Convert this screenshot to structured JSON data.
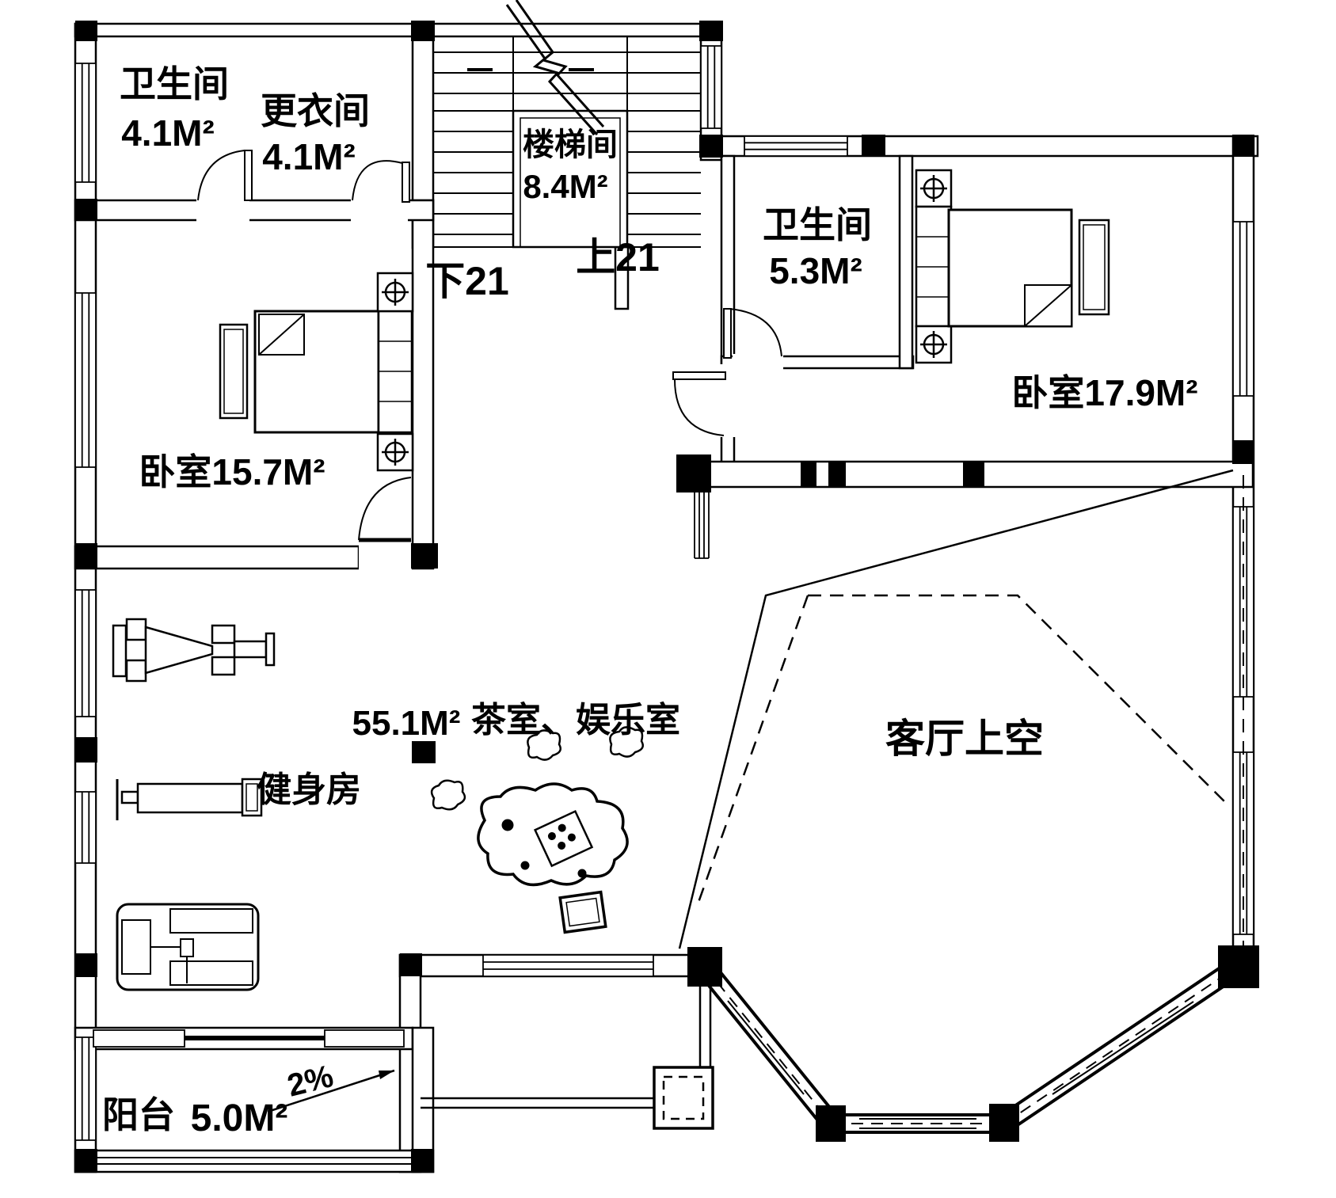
{
  "rooms": {
    "bathroom_top_left": {
      "name": "卫生间",
      "area": "4.1M²"
    },
    "dressing_room": {
      "name": "更衣间",
      "area": "4.1M²"
    },
    "stairwell": {
      "name": "楼梯间",
      "area": "8.4M²",
      "down_label": "下21",
      "up_label": "上21"
    },
    "bathroom_right": {
      "name": "卫生间",
      "area": "5.3M²"
    },
    "bedroom_right": {
      "label": "卧室17.9M²"
    },
    "bedroom_left": {
      "label": "卧室15.7M²"
    },
    "multi_room": {
      "area": "55.1M²",
      "name": "茶室、娱乐室",
      "gym": "健身房"
    },
    "living_void": {
      "label": "客厅上空"
    },
    "balcony": {
      "name": "阳台",
      "area": "5.0M²",
      "slope": "2%"
    }
  },
  "colors": {
    "line": "#000000",
    "background": "#ffffff"
  }
}
